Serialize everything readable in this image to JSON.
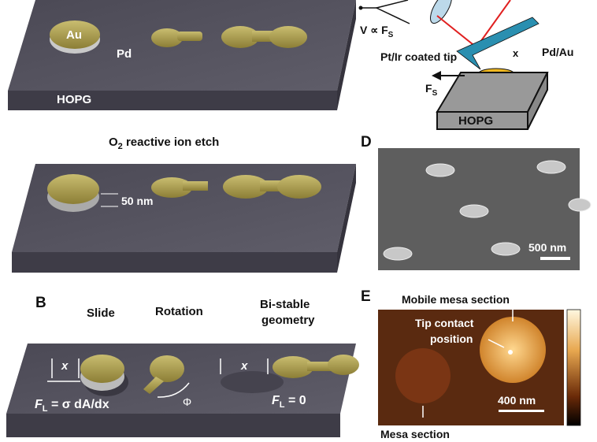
{
  "panel_a": {
    "au_label": "Au",
    "pd_label": "Pd",
    "hopg_label": "HOPG",
    "etch_label": "O",
    "etch_sub": "2",
    "etch_rest": " reactive ion etch",
    "thickness_label": "50 nm"
  },
  "panel_b": {
    "letter": "B",
    "slide": "Slide",
    "rotation": "Rotation",
    "bistable_1": "Bi-stable",
    "bistable_2": "geometry",
    "x_label": "x",
    "x_label_2": "x",
    "phi": "Φ",
    "force_slide": "F",
    "force_slide_sub": "L",
    "force_slide_eq": " = σ dA/dx",
    "force_zero": "F",
    "force_zero_sub": "L",
    "force_zero_eq": " = 0"
  },
  "panel_c": {
    "voltage": "V ∝ F",
    "voltage_sub": "S",
    "tip": "Pt/Ir coated tip",
    "pdau": "Pd/Au",
    "x": "x",
    "force": "F",
    "force_sub": "S",
    "hopg": "HOPG"
  },
  "panel_d": {
    "letter": "D",
    "scale": "500 nm"
  },
  "panel_e": {
    "letter": "E",
    "mobile": "Mobile mesa section",
    "tip_contact_1": "Tip contact",
    "tip_contact_2": "position",
    "scale": "400 nm",
    "mesa": "Mesa section"
  },
  "colors": {
    "slab": "#55535e",
    "gold": "#b9ab5a",
    "sem": "#5a5a5a",
    "afm_bg": "#5a2a10",
    "afm_mesa": "#e8a850",
    "cantilever": "#2a8fb0",
    "laser": "#e02020"
  }
}
